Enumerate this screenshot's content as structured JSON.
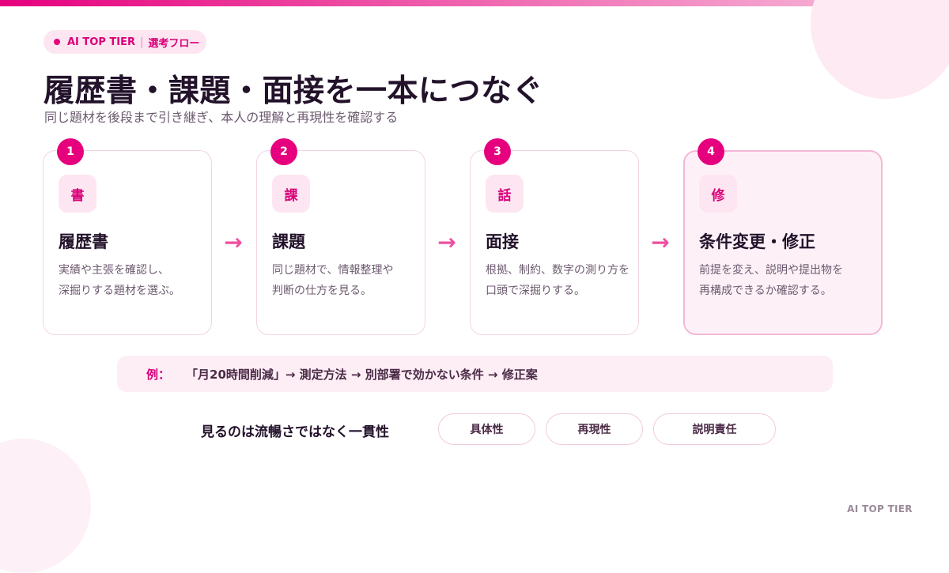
{
  "badge": {
    "brand": "AI TOP TIER",
    "label": "選考フロー"
  },
  "title": "履歴書・課題・面接を一本につなぐ",
  "subtitle": "同じ題材を後段まで引き継ぎ、本人の理解と再現性を確認する",
  "steps": [
    {
      "number": "1",
      "icon_char": "書",
      "title": "履歴書",
      "desc": [
        "実績や主張を確認し、",
        "深掘りする題材を選ぶ。"
      ]
    },
    {
      "number": "2",
      "icon_char": "課",
      "title": "課題",
      "desc": [
        "同じ題材で、情報整理や",
        "判断の仕方を見る。"
      ]
    },
    {
      "number": "3",
      "icon_char": "話",
      "title": "面接",
      "desc": [
        "根拠、制約、数字の測り方を",
        "口頭で深掘りする。"
      ]
    },
    {
      "number": "4",
      "icon_char": "修",
      "title": "条件変更・修正",
      "desc": [
        "前提を変え、説明や提出物を",
        "再構成できるか確認する。"
      ]
    }
  ],
  "arrow_char": "→",
  "example": {
    "label": "例：",
    "text": "「月20時間削減」→ 測定方法 → 別部署で効かない条件 → 修正案"
  },
  "focus": {
    "text": "見るのは流暢さではなく一貫性",
    "pills": [
      "具体性",
      "再現性",
      "説明責任"
    ]
  },
  "footer": "AI TOP TIER",
  "colors": {
    "accent": "#e6007e",
    "accent_light": "#fde6f1",
    "text_dark": "#22122a",
    "text_muted": "#6c5a6f"
  }
}
